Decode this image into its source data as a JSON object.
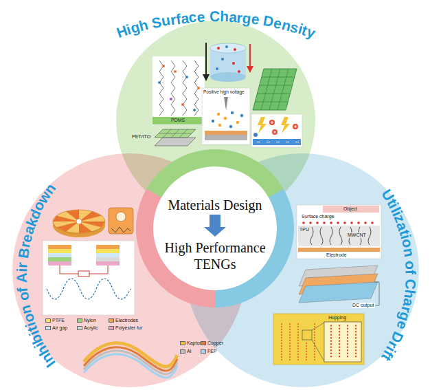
{
  "diagram": {
    "nodes": [
      {
        "text": [
          "High Surface Charge Density"
        ]
      },
      {
        "text": [
          "Inhibition of Air Breakdown"
        ]
      },
      {
        "text": [
          "Utilization of Charge Drift"
        ]
      },
      {
        "text": [
          "Materials Design",
          "High Performance TENGs"
        ]
      }
    ],
    "labels": [
      "PDMS",
      "PET/ITO",
      "Positive high voltage",
      "Object",
      "Surface charge",
      "TPU",
      "MWCNT",
      "Electrode",
      "DC output",
      "Hopping"
    ],
    "legend": [
      {
        "text": "PTFE",
        "color": "#f4e35a"
      },
      {
        "text": "Nylon",
        "color": "#9bd27c"
      },
      {
        "text": "Electrodes",
        "color": "#f3a24b"
      },
      {
        "text": "Air gap",
        "color": "#cfe6f7"
      },
      {
        "text": "Acrylic",
        "color": "#d9d9d9"
      },
      {
        "text": "Polyester fur",
        "color": "#e9a7c9"
      },
      {
        "text": "Kapton",
        "color": "#f0b840"
      },
      {
        "text": "Copper",
        "color": "#e07b39"
      },
      {
        "text": "Al",
        "color": "#bfbfbf"
      },
      {
        "text": "FEP",
        "color": "#9fd3ef"
      }
    ]
  }
}
